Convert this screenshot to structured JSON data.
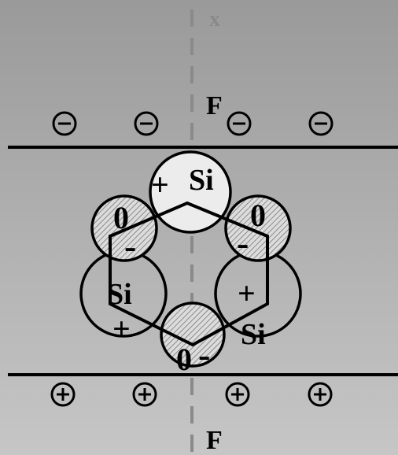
{
  "diagram": {
    "axis_label": "x",
    "force_top": "F",
    "force_bottom": "F",
    "top_charges": [
      "−",
      "−",
      "−",
      "−"
    ],
    "bottom_charges": [
      "+",
      "+",
      "+",
      "+"
    ],
    "atoms": [
      {
        "element": "Si",
        "charge": "+",
        "role": "silicon-top"
      },
      {
        "element": "0",
        "charge": "-",
        "role": "oxygen-upper-left"
      },
      {
        "element": "0",
        "charge": "-",
        "role": "oxygen-upper-right"
      },
      {
        "element": "Si",
        "charge": "+",
        "role": "silicon-lower-left"
      },
      {
        "element": "Si",
        "charge": "+",
        "role": "silicon-lower-right"
      },
      {
        "element": "0",
        "charge": "-",
        "role": "oxygen-bottom"
      }
    ],
    "colors": {
      "background_top": "#9c9c9c",
      "background_bottom": "#c4c4c4",
      "silicon_fill": "#ececec",
      "oxygen_fill": "#d9d9d9",
      "axis": "#8a8a8a",
      "ink": "#000000"
    }
  }
}
